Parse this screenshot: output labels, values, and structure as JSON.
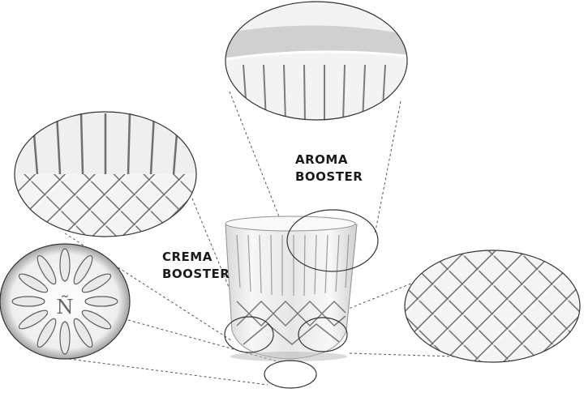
{
  "labels": {
    "aroma": [
      "AROMA",
      "BOOSTER"
    ],
    "crema": [
      "CREMA",
      "BOOSTER"
    ]
  },
  "logo_text": "Ñ",
  "colors": {
    "background": "#ffffff",
    "outline": "#333333",
    "leader_line": "#555555",
    "glass_shadow": "#9a9a9a",
    "label_text": "#1a1a1a"
  }
}
